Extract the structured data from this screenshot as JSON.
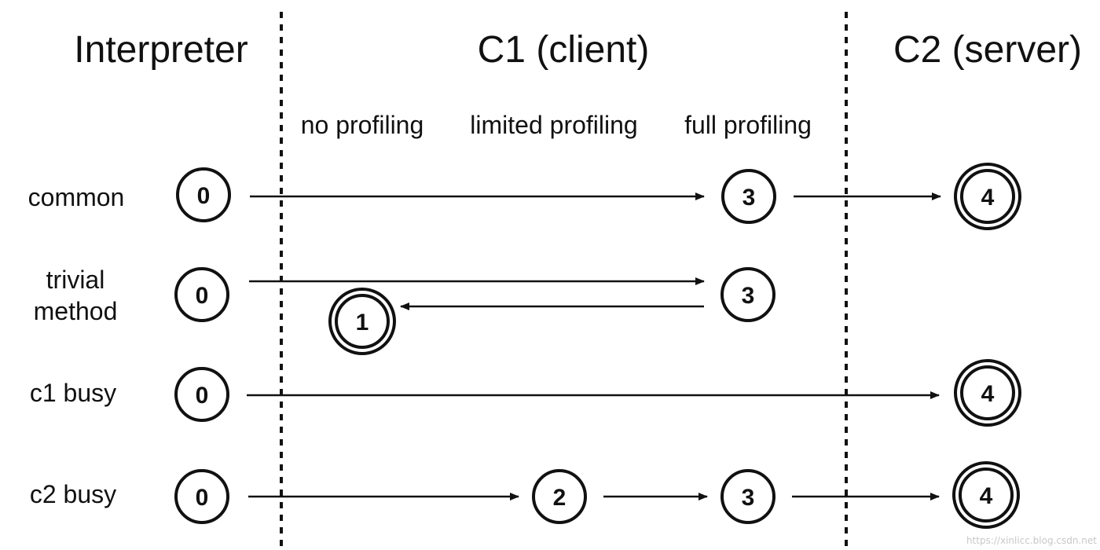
{
  "sections": {
    "interpreter": "Interpreter",
    "c1": "C1 (client)",
    "c2": "C2 (server)"
  },
  "subheaders": {
    "no_profiling": "no profiling",
    "limited_profiling": "limited profiling",
    "full_profiling": "full profiling"
  },
  "rows": {
    "common": "common",
    "trivial_line1": "trivial",
    "trivial_line2": "method",
    "c1_busy": "c1 busy",
    "c2_busy": "c2 busy"
  },
  "nodes": {
    "common_0": "0",
    "common_3": "3",
    "common_4": "4",
    "trivial_0": "0",
    "trivial_3": "3",
    "trivial_1": "1",
    "c1busy_0": "0",
    "c1busy_4": "4",
    "c2busy_0": "0",
    "c2busy_2": "2",
    "c2busy_3": "3",
    "c2busy_4": "4"
  },
  "watermark": "https://xinlicc.blog.csdn.net"
}
